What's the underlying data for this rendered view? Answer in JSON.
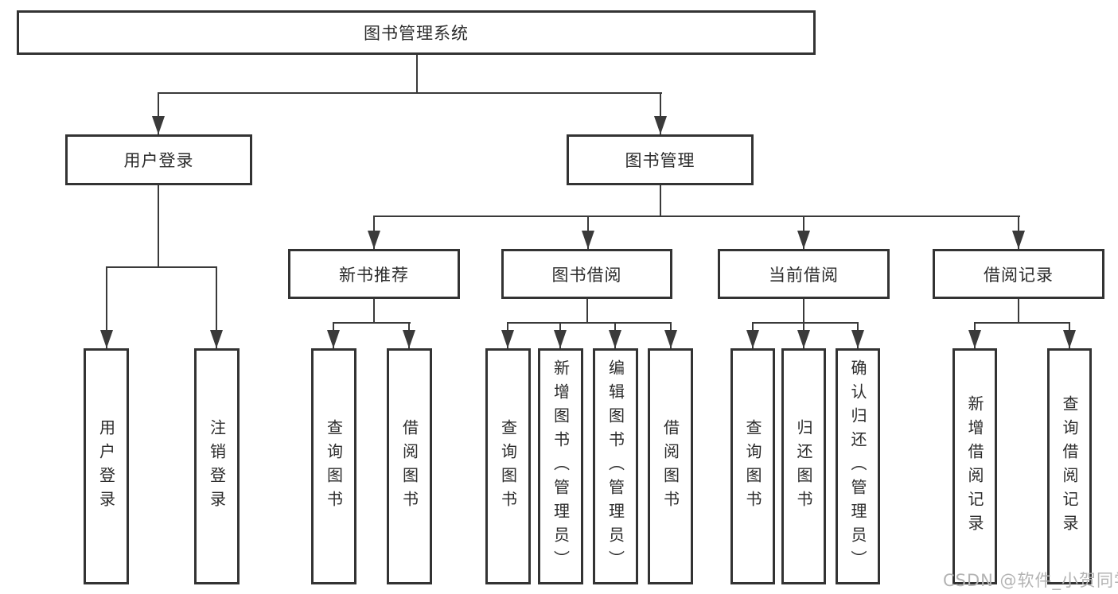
{
  "colors": {
    "line": "#3a3a3a",
    "box_border": "#333333",
    "text": "#2b2b2b",
    "watermark": "#b3b3b3",
    "background": "#ffffff"
  },
  "tree": {
    "root": {
      "label": "图书管理系统"
    },
    "branches": [
      {
        "label": "用户登录",
        "children": [
          {
            "label": "用户登录"
          },
          {
            "label": "注销登录"
          }
        ]
      },
      {
        "label": "图书管理",
        "children": [
          {
            "label": "新书推荐",
            "children": [
              {
                "label": "查询图书"
              },
              {
                "label": "借阅图书"
              }
            ]
          },
          {
            "label": "图书借阅",
            "children": [
              {
                "label": "查询图书"
              },
              {
                "label": "新增图书（管理员）"
              },
              {
                "label": "编辑图书（管理员）"
              },
              {
                "label": "借阅图书"
              }
            ]
          },
          {
            "label": "当前借阅",
            "children": [
              {
                "label": "查询图书"
              },
              {
                "label": "归还图书"
              },
              {
                "label": "确认归还（管理员）"
              }
            ]
          },
          {
            "label": "借阅记录",
            "children": [
              {
                "label": "新增借阅记录"
              },
              {
                "label": "查询借阅记录"
              }
            ]
          }
        ]
      }
    ]
  },
  "watermark": {
    "text": "CSDN @软件_小贺同学"
  }
}
